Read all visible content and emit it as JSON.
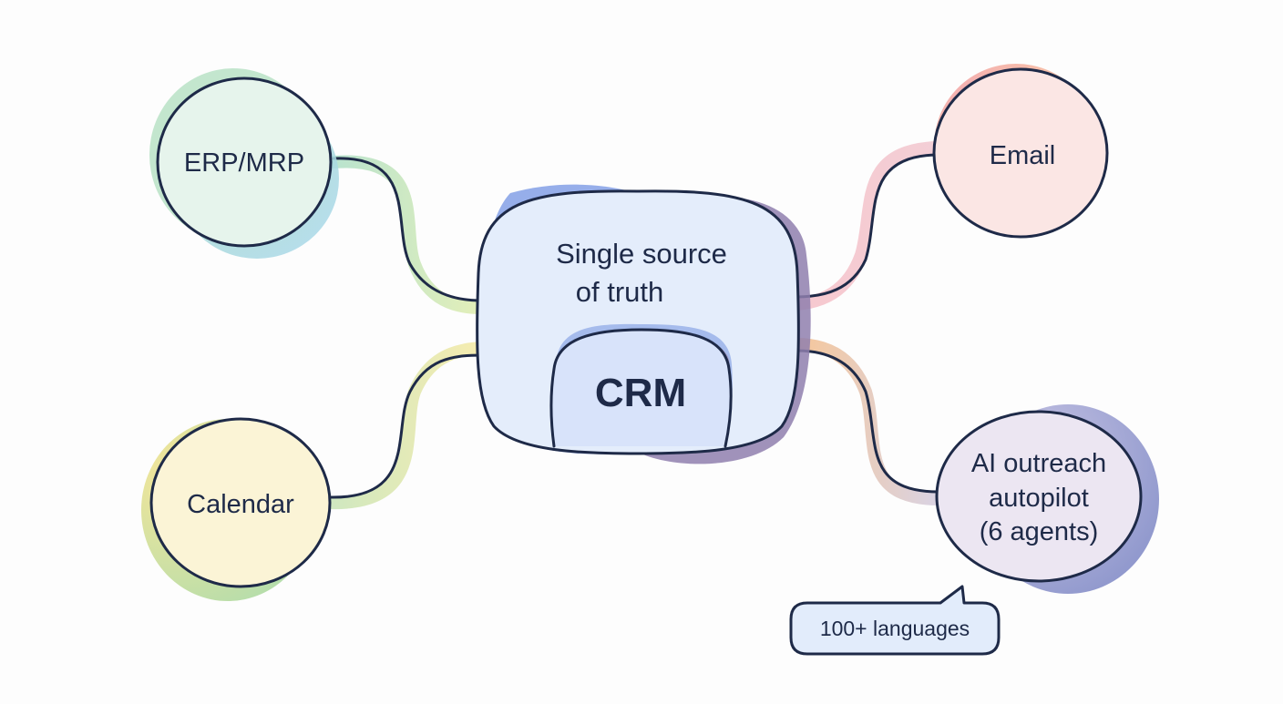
{
  "diagram": {
    "hub": {
      "label_line1": "Single source",
      "label_line2": "of truth",
      "core_label": "CRM"
    },
    "nodes": {
      "erp": {
        "label": "ERP/MRP"
      },
      "email": {
        "label": "Email"
      },
      "calendar": {
        "label": "Calendar"
      },
      "ai": {
        "label_line1": "AI outreach",
        "label_line2": "autopilot",
        "label_line3": "(6 agents)"
      }
    },
    "callout": {
      "label": "100+ languages"
    },
    "colors": {
      "outline": "#1e2a48",
      "hub_fill": "#e4edfb",
      "hub_shadow_left": "#7f9be3",
      "hub_shadow_right": "#8f7fae",
      "erp_fill": "#e6f4ec",
      "email_fill": "#fbe6e4",
      "calendar_fill": "#fbf4d6",
      "ai_fill": "#ece6f2",
      "callout_fill": "#e2ecfb"
    }
  }
}
